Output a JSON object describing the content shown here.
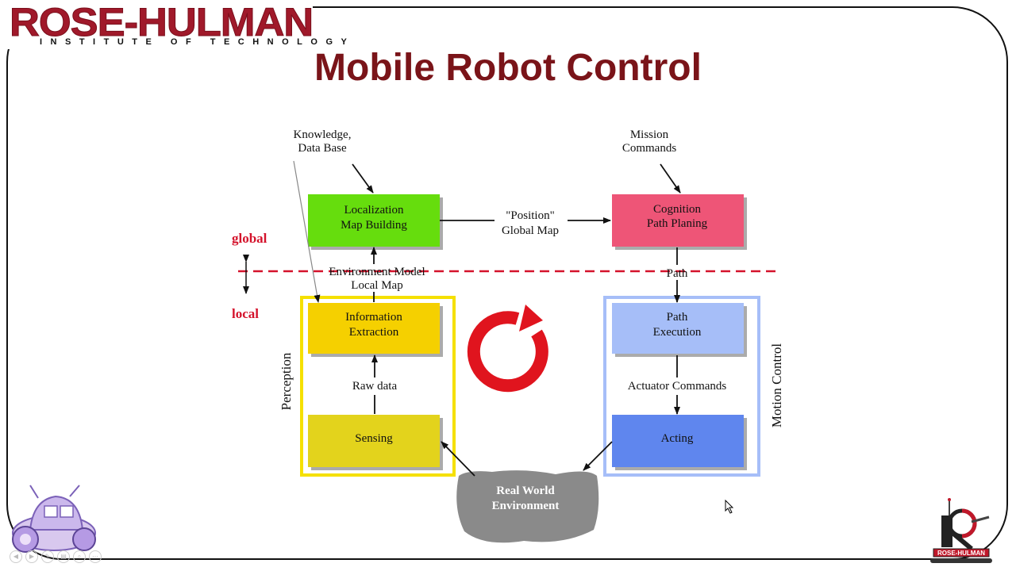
{
  "logo": {
    "name": "ROSE-HULMAN",
    "subtitle": "INSTITUTE OF TECHNOLOGY"
  },
  "slide": {
    "title": "Mobile Robot Control"
  },
  "diagram": {
    "inputs": {
      "knowledge": [
        "Knowledge,",
        "Data Base"
      ],
      "mission": [
        "Mission",
        "Commands"
      ]
    },
    "boxes": {
      "localization": {
        "lines": [
          "Localization",
          "Map Building"
        ],
        "color": "#66dd11"
      },
      "cognition": {
        "lines": [
          "Cognition",
          "Path Planing"
        ],
        "color": "#ee5577"
      },
      "information": {
        "lines": [
          "Information",
          "Extraction"
        ],
        "color": "#f5d000"
      },
      "sensing": {
        "lines": [
          "Sensing"
        ],
        "color": "#e3d31a"
      },
      "path_execution": {
        "lines": [
          "Path",
          "Execution"
        ],
        "color": "#a6bef8"
      },
      "acting": {
        "lines": [
          "Acting"
        ],
        "color": "#5f86ee"
      },
      "real_world": {
        "lines": [
          "Real World",
          "Environment"
        ],
        "color": "#8a8a8a"
      }
    },
    "edge_labels": {
      "position_global_map": [
        "\"Position\"",
        "Global Map"
      ],
      "environment_model": [
        "Environment Model",
        "Local Map"
      ],
      "path": "Path",
      "raw_data": "Raw data",
      "actuator_commands": "Actuator Commands"
    },
    "levels": {
      "global": "global",
      "local": "local"
    },
    "groups": {
      "perception": "Perception",
      "motion_control": "Motion Control"
    },
    "colors": {
      "perception_frame": "#f5e000",
      "motion_frame": "#a6bef8",
      "divider": "#d4122b",
      "cycle_arrow": "#e0141e"
    }
  },
  "corner_logo": {
    "text": "ROSE-HULMAN"
  }
}
